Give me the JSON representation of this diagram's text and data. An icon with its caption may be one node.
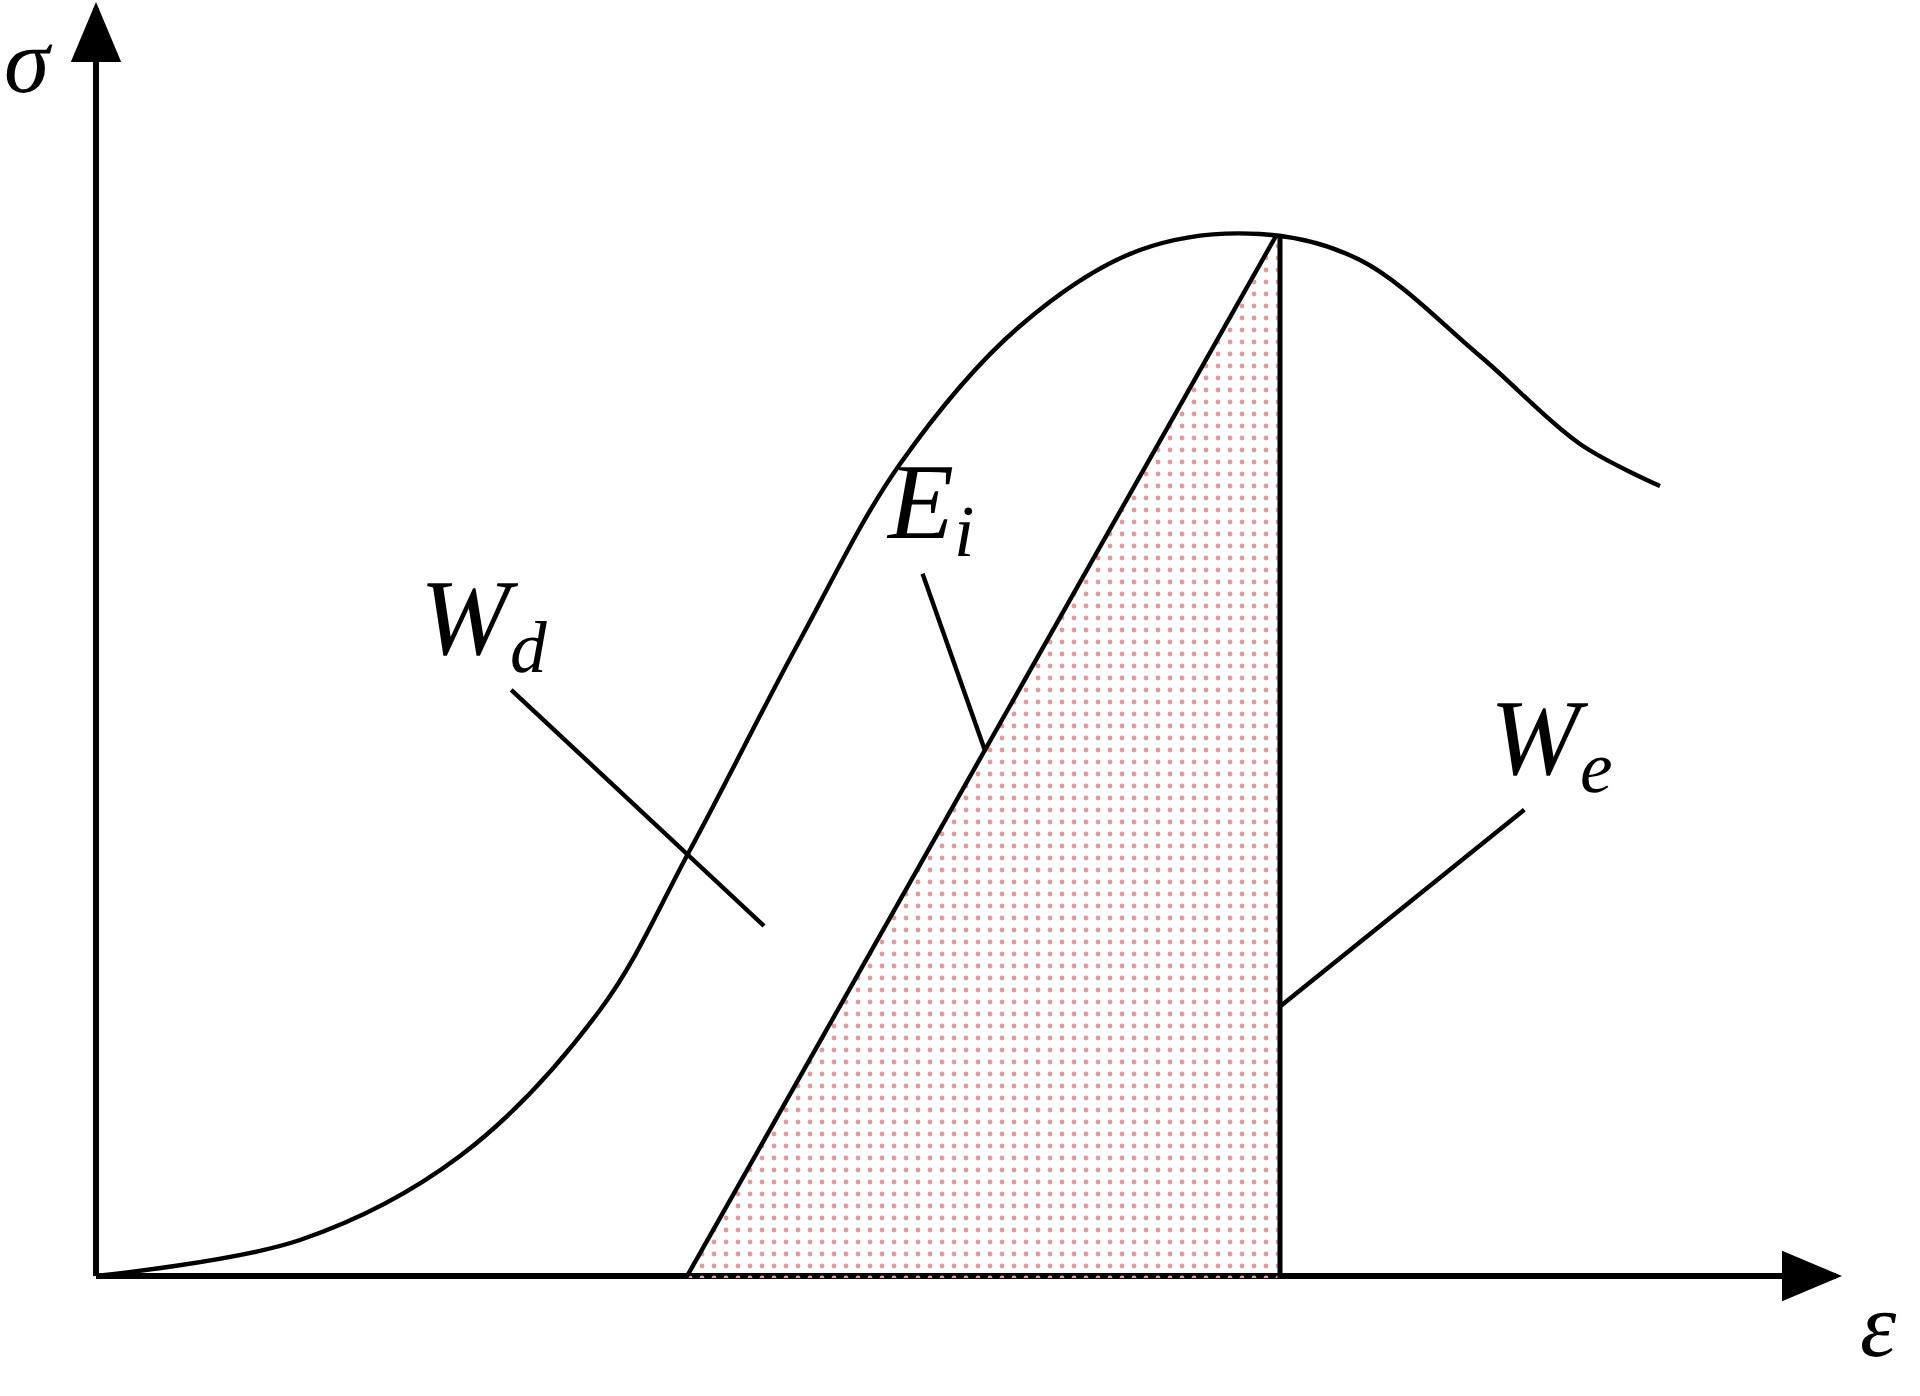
{
  "diagram": {
    "nodes": [
      {
        "text": [
          "W$_{d}$"
        ]
      },
      {
        "text": [
          "E$_{i}$"
        ]
      },
      {
        "text": [
          "W$_{e}$"
        ]
      },
      {
        "text": [],
        "shape": "triangle"
      }
    ],
    "edges": [
      {
        "from": 0,
        "to": null,
        "arrow": "none"
      },
      {
        "from": 1,
        "to": 3,
        "arrow": "none"
      },
      {
        "from": 2,
        "to": 3,
        "arrow": "none"
      }
    ],
    "labels": [
      "σ",
      "ε"
    ]
  }
}
